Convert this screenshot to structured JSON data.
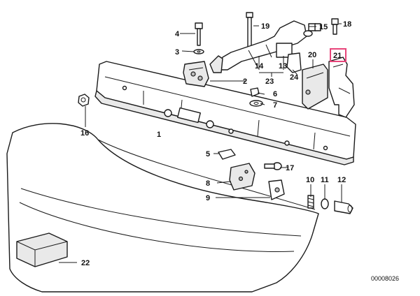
{
  "diagram": {
    "callouts": {
      "c1": "1",
      "c2": "2",
      "c3": "3",
      "c4": "4",
      "c5": "5",
      "c6": "6",
      "c7": "7",
      "c8": "8",
      "c9": "9",
      "c10": "10",
      "c11": "11",
      "c12": "12",
      "c13": "13",
      "c14": "14",
      "c15": "15",
      "c16": "16",
      "c17": "17",
      "c18": "18",
      "c19": "19",
      "c20": "20",
      "c21": "21",
      "c22": "22",
      "c23": "23",
      "c24": "24"
    },
    "highlighted_callout": "21",
    "catalog_number": "00008026",
    "colors": {
      "line": "#1a1a1a",
      "highlight": "#e8457a",
      "fill": "#ffffff",
      "shade": "#e9e9e9"
    }
  }
}
